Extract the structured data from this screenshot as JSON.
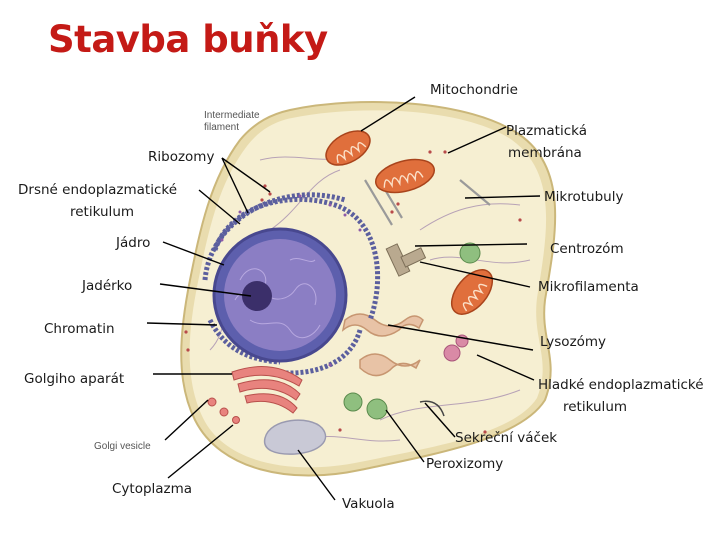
{
  "title": "Stavba buňky",
  "labels": {
    "mitochondrie": "Mitochondrie",
    "plazmaticka_1": "Plazmatická",
    "plazmaticka_2": "membrána",
    "ribozomy": "Ribozomy",
    "drsne_1": "Drsné endoplazmatické",
    "drsne_2": "retikulum",
    "mikrotubuly": "Mikrotubuly",
    "jadro": "Jádro",
    "centrozom": "Centrozóm",
    "jaderko": "Jadérko",
    "mikrofilamenta": "Mikrofilamenta",
    "chromatin": "Chromatin",
    "lysozomy": "Lysozómy",
    "golgiho": "Golgiho aparát",
    "hladke_1": "Hladké endoplazmatické",
    "hladke_2": "retikulum",
    "sekrecni": "Sekreční váček",
    "peroxizomy": "Peroxizomy",
    "cytoplazma": "Cytoplazma",
    "vakuola": "Vakuola"
  },
  "image_labels": {
    "intermediate_1": "Intermediate",
    "intermediate_2": "filament",
    "golgi_vesicle": "Golgi vesicle"
  },
  "colors": {
    "title": "#c41a16",
    "cytoplasm": "#f6efd2",
    "membrane": "#e9dcae",
    "nucleus": "#6b63b5",
    "nucleolus": "#3b2f6a",
    "rough_er": "#5b5f9e",
    "golgi": "#e8837e",
    "mitochondria": "#e06f3c",
    "lysosome": "#d98aa6",
    "peroxisome": "#8fbf7f",
    "vacuole": "#c9c9d6"
  }
}
